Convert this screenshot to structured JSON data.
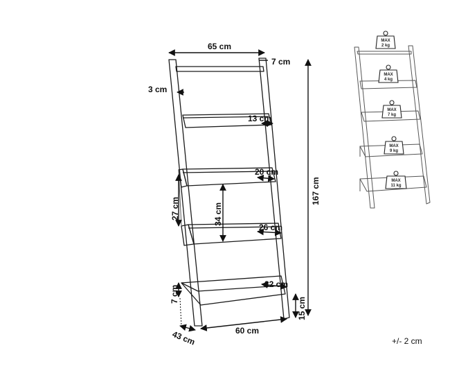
{
  "dimensions": {
    "top_width": "65 cm",
    "top_depth": "7 cm",
    "side_thickness": "3 cm",
    "shelf1_depth": "13 cm",
    "shelf2_depth": "20 cm",
    "shelf_lip": "27 cm",
    "shelf_spacing": "34 cm",
    "shelf3_depth": "26 cm",
    "total_height": "167 cm",
    "shelf4_depth": "32 cm",
    "lip_height": "7 cm",
    "bottom_height": "15 cm",
    "base_width": "60 cm",
    "base_depth": "43 cm"
  },
  "load_limits": [
    {
      "max": "MAX",
      "weight": "2 kg"
    },
    {
      "max": "MAX",
      "weight": "4 kg"
    },
    {
      "max": "MAX",
      "weight": "7 kg"
    },
    {
      "max": "MAX",
      "weight": "9 kg"
    },
    {
      "max": "MAX",
      "weight": "11 kg"
    }
  ],
  "tolerance": "+/- 2 cm"
}
